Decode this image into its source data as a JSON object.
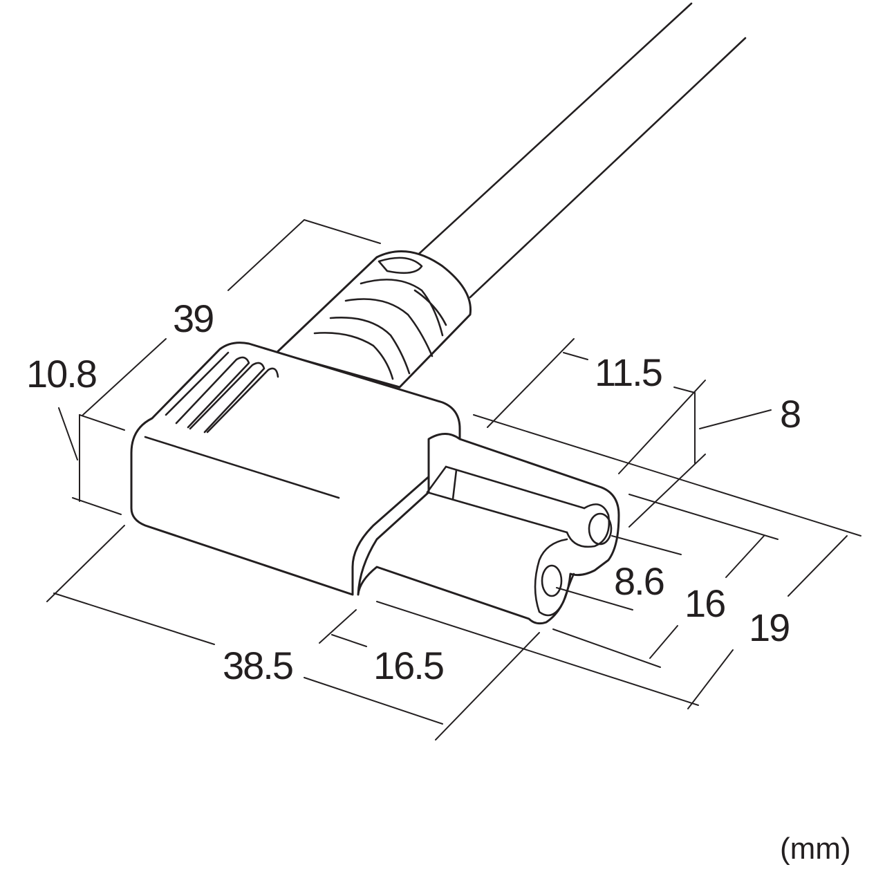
{
  "dimensions": {
    "cable_length": "39",
    "height": "10.8",
    "socket_width": "11.5",
    "socket_height": "8",
    "pin_spacing": "8.6",
    "socket_depth": "16",
    "total_depth": "19",
    "body_length": "38.5",
    "socket_length": "16.5"
  },
  "unit": "(mm)",
  "colors": {
    "line": "#231f20",
    "background": "#ffffff"
  }
}
